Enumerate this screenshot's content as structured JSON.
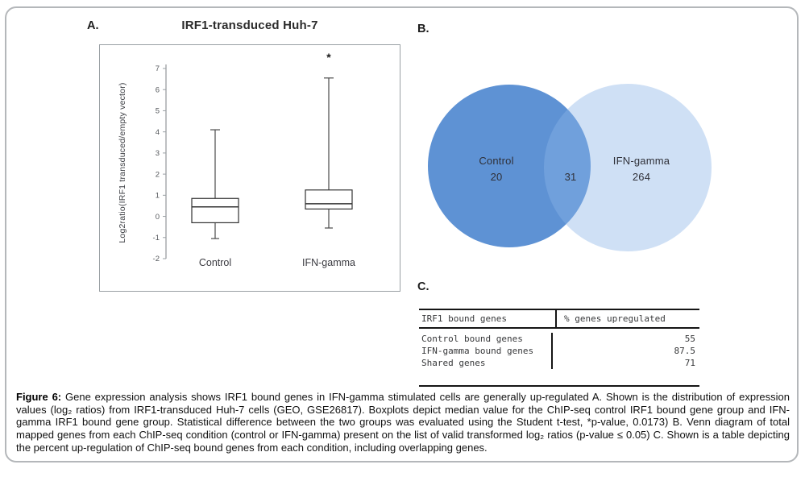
{
  "panelA": {
    "label": "A."
  },
  "chart_data": {
    "type": "boxplot",
    "title": "IRF1-transduced Huh-7",
    "ylabel": "Log2ratio(IRF1 transduced/empty vector)",
    "ylim": [
      -2,
      7
    ],
    "yticks": [
      7,
      6,
      5,
      4,
      3,
      2,
      1,
      0,
      -1,
      -2
    ],
    "grid": false,
    "categories": [
      "Control",
      "IFN-gamma"
    ],
    "series": [
      {
        "name": "Control",
        "whisker_low": -1.05,
        "q1": -0.3,
        "median": 0.45,
        "q3": 0.85,
        "whisker_high": 4.1
      },
      {
        "name": "IFN-gamma",
        "whisker_low": -0.55,
        "q1": 0.35,
        "median": 0.6,
        "q3": 1.25,
        "whisker_high": 6.55,
        "significance": "*",
        "significance_y": 7.5
      }
    ]
  },
  "panelB": {
    "label": "B.",
    "venn": {
      "left": {
        "label": "Control",
        "value": "20",
        "color": "#5e92d4"
      },
      "overlap": {
        "value": "31",
        "color": "#6f9bd8"
      },
      "right": {
        "label": "IFN-gamma",
        "value": "264",
        "color": "#cfdff4"
      }
    }
  },
  "panelC": {
    "label": "C.",
    "table": {
      "col1_header": "IRF1 bound genes",
      "col2_header": "% genes upregulated",
      "rows": [
        {
          "label": "Control bound genes",
          "value": "55"
        },
        {
          "label": "IFN-gamma bound genes",
          "value": "87.5"
        },
        {
          "label": "Shared genes",
          "value": "71"
        }
      ]
    }
  },
  "caption": {
    "prefix": "Figure 6:",
    "body": "Gene expression analysis shows IRF1 bound genes in IFN-gamma stimulated cells are generally up-regulated A. Shown is the distribution of expression values (log₂ ratios) from IRF1-transduced Huh-7 cells (GEO, GSE26817). Boxplots depict median value for the ChIP-seq control IRF1 bound gene group and IFN-gamma IRF1 bound gene group. Statistical difference between the two groups was evaluated using the Student t-test, *p-value, 0.0173) B. Venn diagram of total mapped genes from each ChIP-seq condition (control or IFN-gamma) present on the list of valid transformed log₂ ratios (p-value ≤ 0.05) C. Shown is a table depicting the percent up-regulation of ChIP-seq bound genes from each condition, including overlapping genes."
  }
}
